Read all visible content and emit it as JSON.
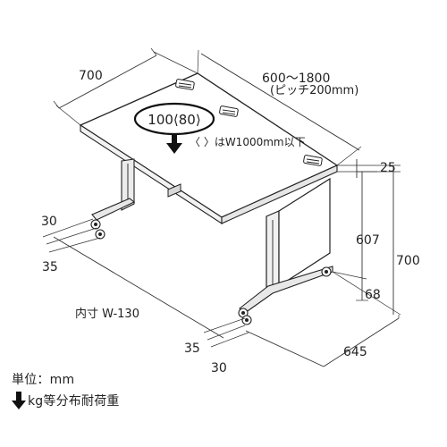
{
  "dimensions": {
    "depth": "700",
    "width_range": "600～1800",
    "width_pitch": "(ピッチ200mm)",
    "top_thickness": "25",
    "leg_clearance": "607",
    "total_height": "700",
    "base_height": "68",
    "caster_left_top": "30",
    "caster_left_bottom": "35",
    "caster_right_top": "35",
    "caster_right_bottom": "30",
    "base_depth": "645",
    "inner_width": "内寸 W-130"
  },
  "load": {
    "value": "100⟨80⟩",
    "note": "〈 〉はW1000mm以下"
  },
  "legend": {
    "unit": "単位：mm",
    "load_label": "kg等分布耐荷重"
  }
}
